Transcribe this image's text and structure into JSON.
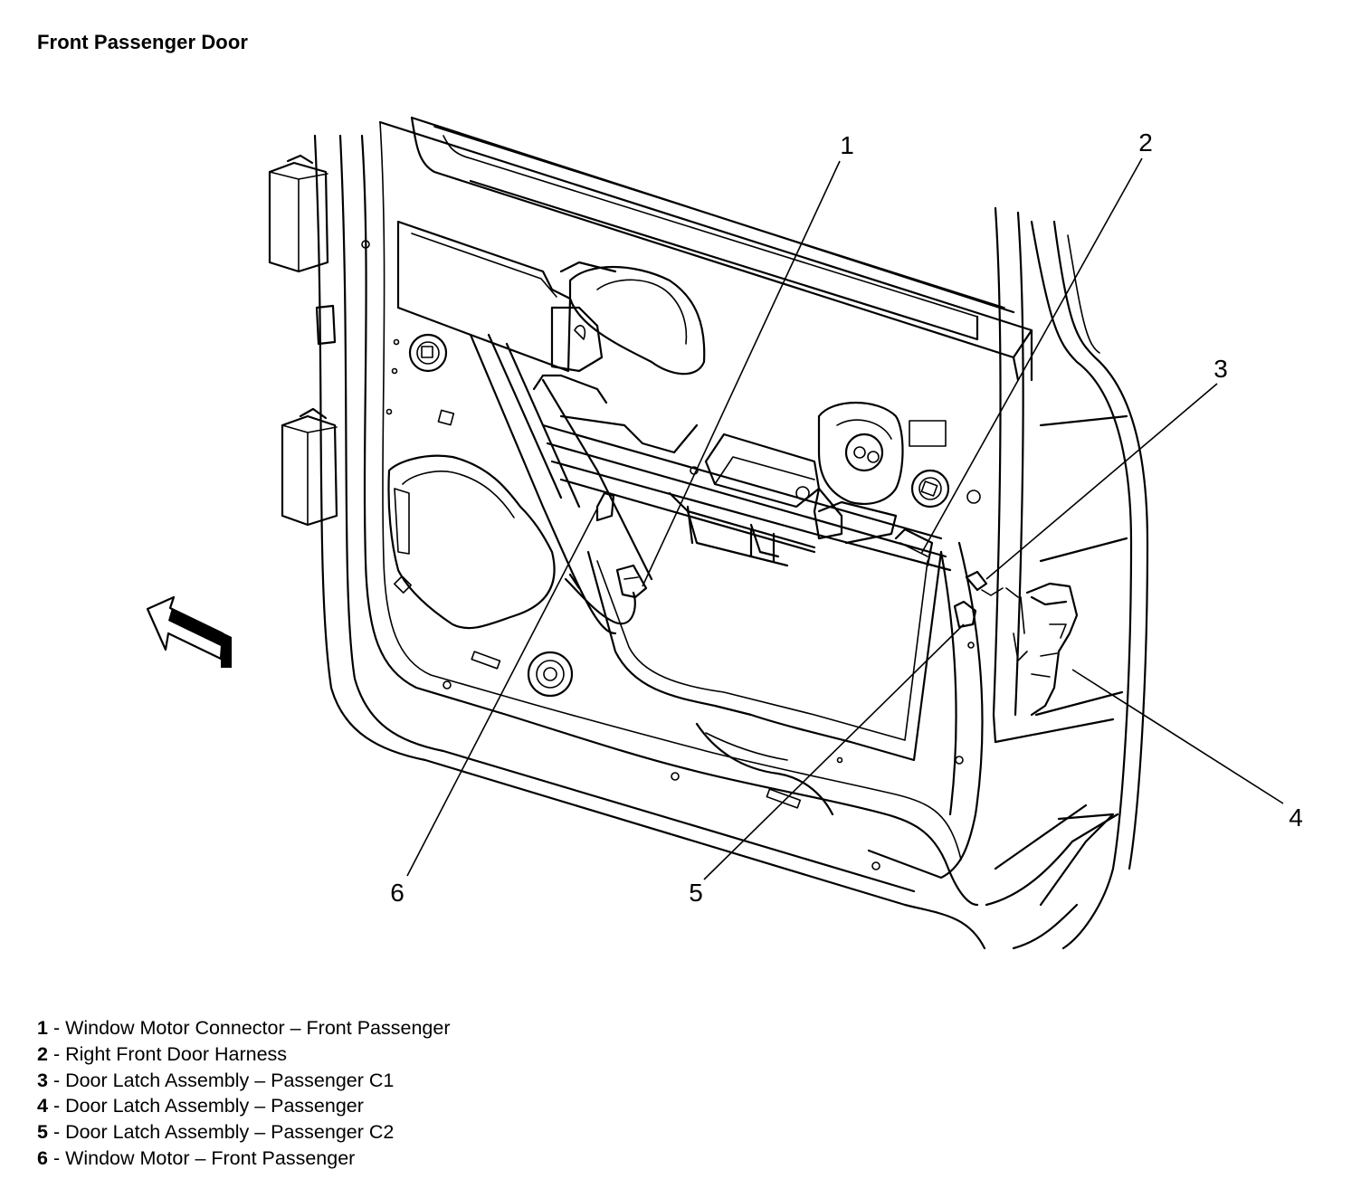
{
  "title": "Front Passenger Door",
  "callouts": [
    {
      "num": "1",
      "label": "Window Motor Connector – Front Passenger"
    },
    {
      "num": "2",
      "label": "Right Front Door Harness"
    },
    {
      "num": "3",
      "label": "Door Latch Assembly – Passenger C1"
    },
    {
      "num": "4",
      "label": "Door Latch Assembly – Passenger"
    },
    {
      "num": "5",
      "label": "Door Latch Assembly – Passenger C2"
    },
    {
      "num": "6",
      "label": "Window Motor – Front Passenger"
    }
  ],
  "legend_separator": " - ",
  "icons": {
    "direction_arrow": "forward-direction-arrow-icon"
  }
}
